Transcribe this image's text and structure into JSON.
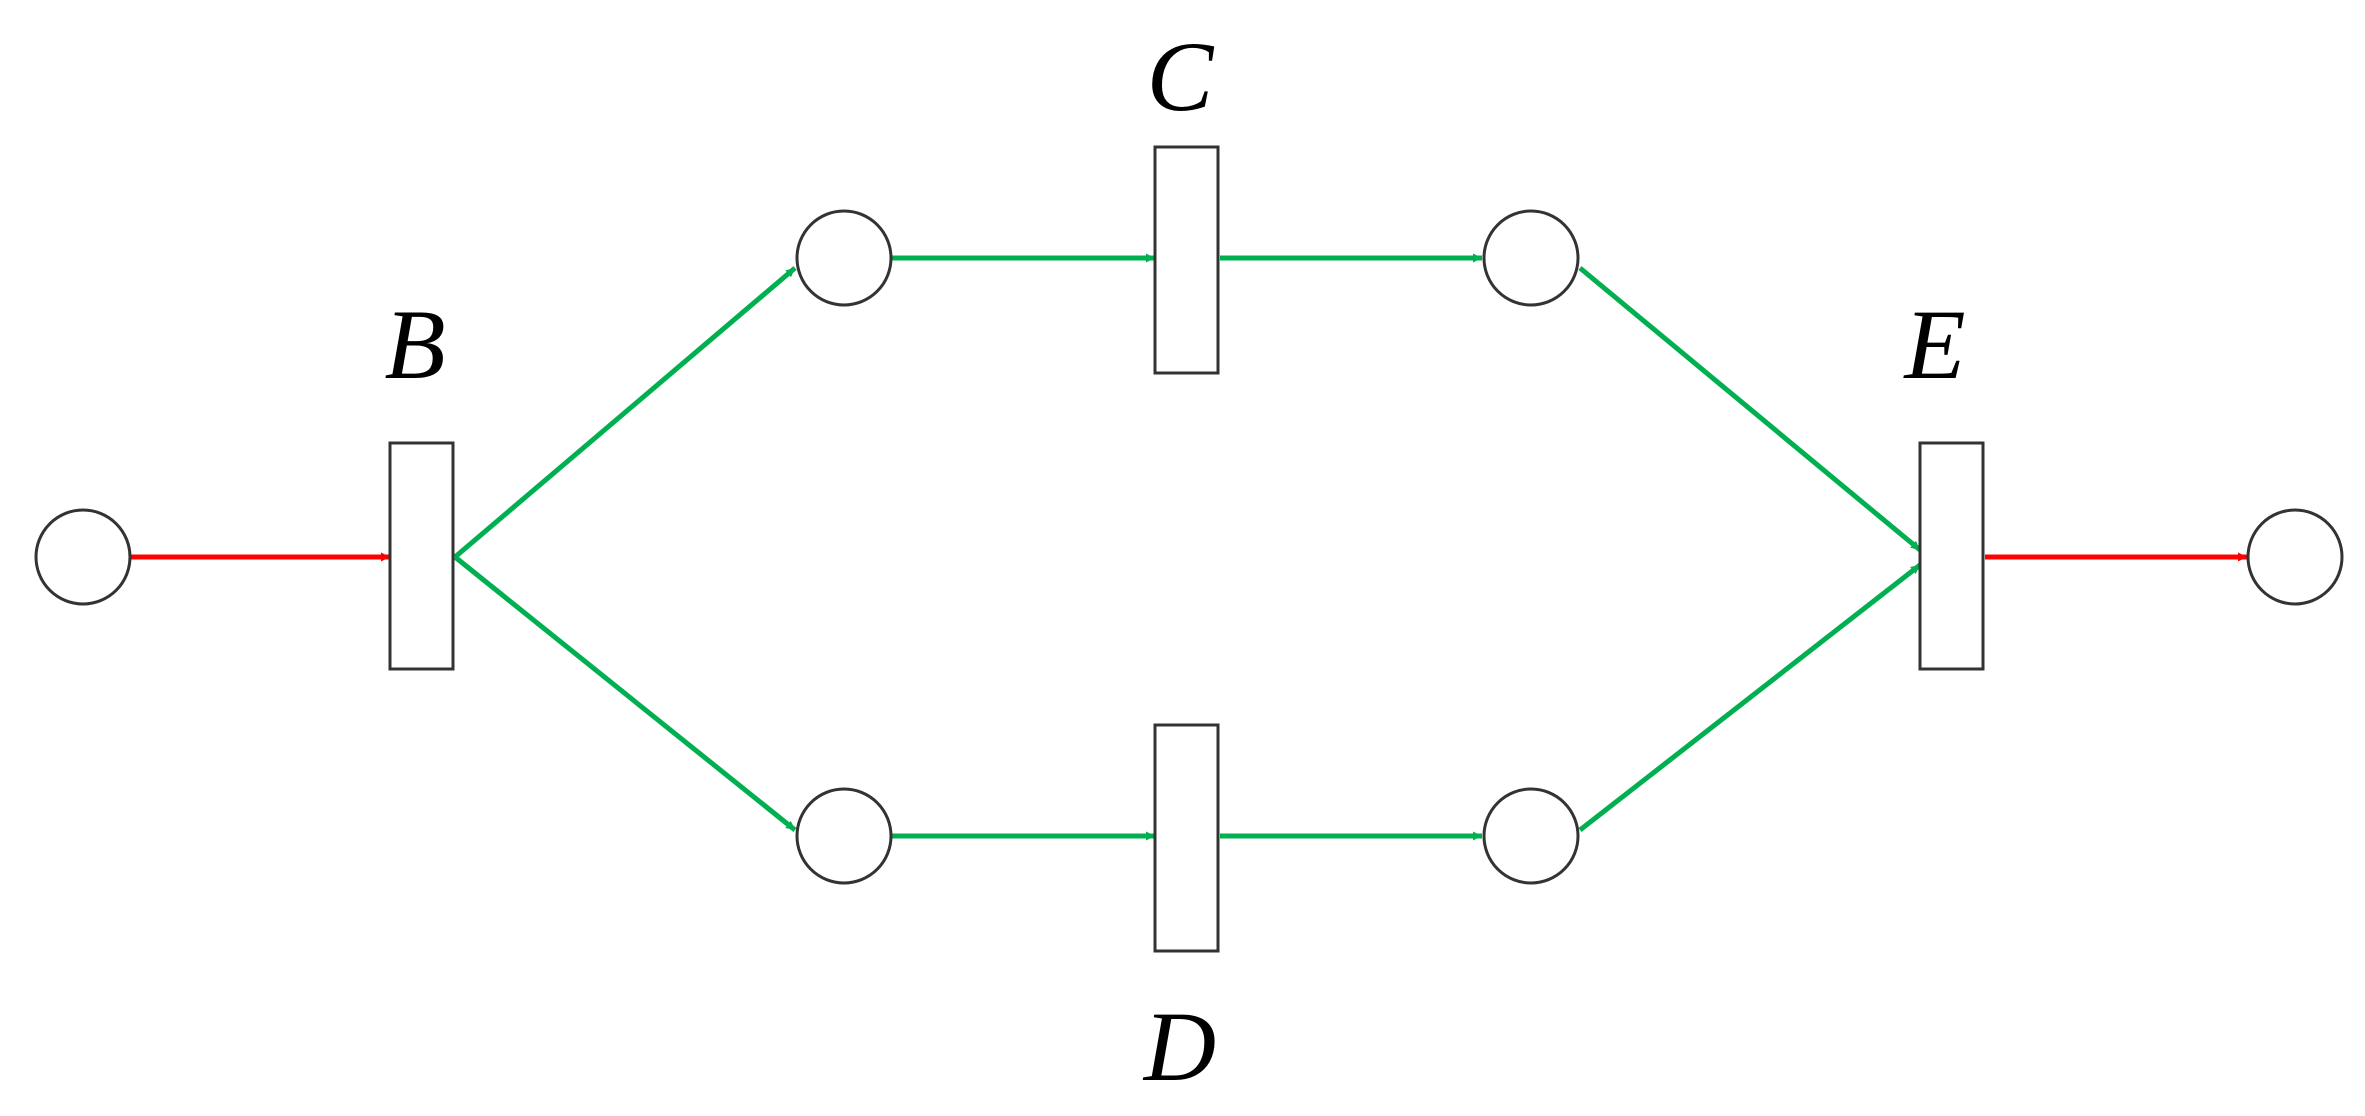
{
  "labels": {
    "b": "B",
    "c": "C",
    "d": "D",
    "e": "E"
  },
  "colors": {
    "background": "#ffffff",
    "outline": "#333333",
    "arc_red": "#ff0000",
    "arc_green": "#00b050"
  }
}
